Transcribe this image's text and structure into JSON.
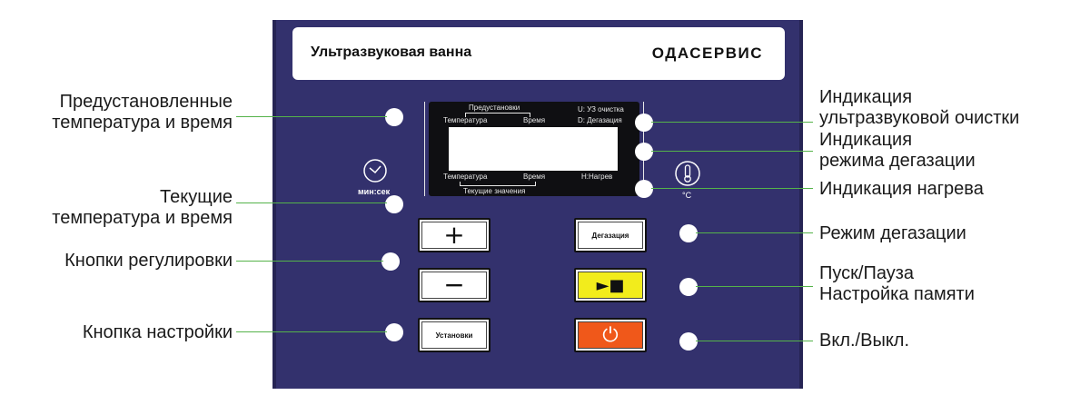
{
  "panel": {
    "title": "Ультразвуковая ванна",
    "brand": "ОДАСЕРВИС",
    "clock_label": "мин:сек",
    "thermo_unit": "°C"
  },
  "display": {
    "top_group": "Предустановки",
    "top_temp": "Температура",
    "top_time": "Время",
    "u_line": "U: УЗ очистка",
    "d_line": "D: Дегазация",
    "bottom_temp": "Температура",
    "bottom_time": "Время",
    "h_line": "H:Нагрев",
    "bottom_group": "Текущие значения"
  },
  "buttons": {
    "plus": "+",
    "minus": "−",
    "setup": "Установки",
    "degas": "Дегазация",
    "play": "►■",
    "power": "⏻"
  },
  "labels": {
    "preset_1": "Предустановленные",
    "preset_2": "температура и время",
    "current_1": "Текущие",
    "current_2": "температура и время",
    "adjust": "Кнопки регулировки",
    "setup": "Кнопка настройки",
    "ultra_1": "Индикация",
    "ultra_2": "ультразвуковой очистки",
    "degas_ind_1": "Индикация",
    "degas_ind_2": "режима дегазации",
    "heat": "Индикация нагрева",
    "degas_mode": "Режим дегазации",
    "start_1": "Пуск/Пауза",
    "start_2": "Настройка памяти",
    "power": "Вкл./Выкл."
  },
  "colors": {
    "panel": "#33316d",
    "leader": "#55b34a",
    "play_button": "#f2ec1c",
    "power_button": "#f0581a"
  }
}
